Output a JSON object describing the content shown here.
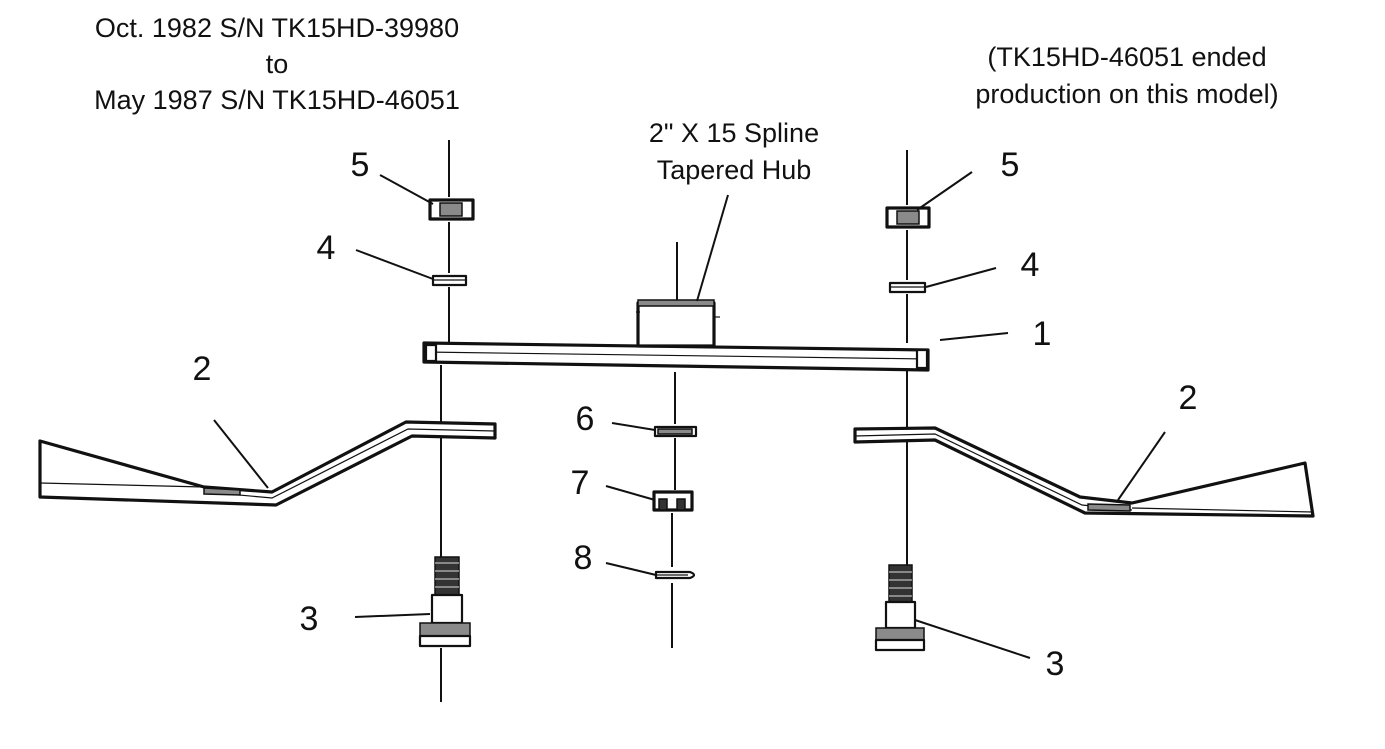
{
  "notes": {
    "serial_range": {
      "line1": "Oct. 1982 S/N TK15HD-39980",
      "line2": "to",
      "line3": "May 1987 S/N TK15HD-46051"
    },
    "production_note": {
      "line1": "(TK15HD-46051 ended",
      "line2": "production on this model)"
    },
    "hub_label": {
      "line1": "2\" X 15 Spline",
      "line2": "Tapered Hub"
    }
  },
  "callouts": {
    "c1": "1",
    "c2_left": "2",
    "c2_right": "2",
    "c3_left": "3",
    "c3_right": "3",
    "c4_left": "4",
    "c4_right": "4",
    "c5_left": "5",
    "c5_right": "5",
    "c6": "6",
    "c7": "7",
    "c8": "8"
  },
  "colors": {
    "ink": "#111111",
    "shade": "#8a8a8a",
    "background": "#ffffff"
  }
}
